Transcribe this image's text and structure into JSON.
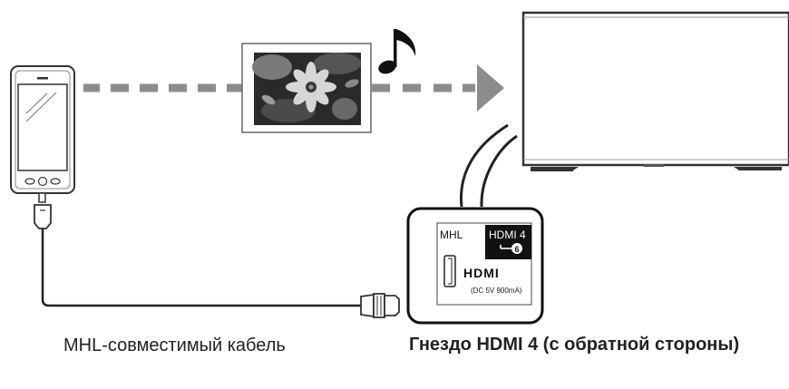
{
  "panel": {
    "mhl_label": "MHL",
    "hdmi_label": "HDMI 4",
    "arc_digit": "6",
    "hdmi_logo": "HDMI",
    "power_spec": "(DC 5V  900mA)"
  },
  "captions": {
    "cable": "MHL-совместимый кабель",
    "socket": "Гнездо HDMI 4 (с обратной стороны)"
  },
  "icons": {
    "phone": "smartphone-icon",
    "photo": "photo-icon",
    "music": "music-note-icon",
    "arrow": "arrow-right-icon",
    "tv": "tv-icon"
  }
}
